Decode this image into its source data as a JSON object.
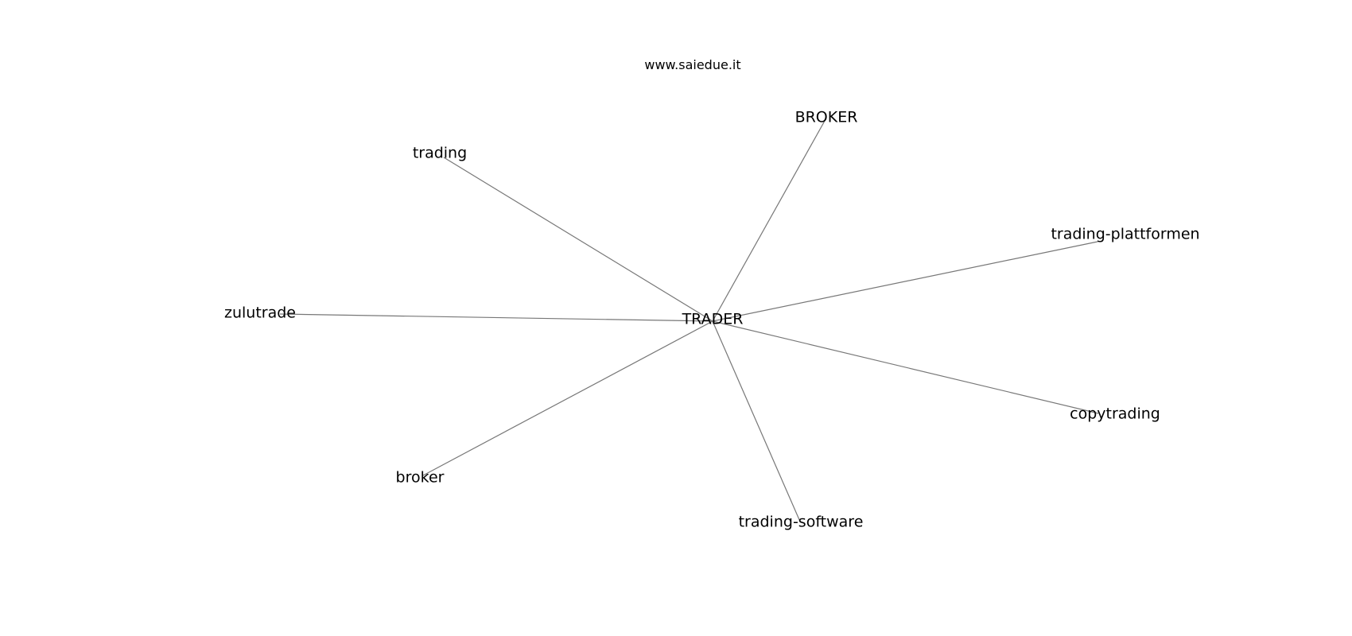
{
  "header": {
    "url_text": "www.saiedue.it"
  },
  "graph": {
    "center": "TRADER",
    "nodes": [
      "TRADER",
      "BROKER",
      "trading",
      "trading-plattformen",
      "zulutrade",
      "copytrading",
      "broker",
      "trading-software"
    ],
    "edges": [
      [
        "TRADER",
        "BROKER"
      ],
      [
        "TRADER",
        "trading"
      ],
      [
        "TRADER",
        "trading-plattformen"
      ],
      [
        "TRADER",
        "zulutrade"
      ],
      [
        "TRADER",
        "copytrading"
      ],
      [
        "TRADER",
        "broker"
      ],
      [
        "TRADER",
        "trading-software"
      ]
    ],
    "edge_color": "#777777",
    "label_color": "#000000"
  }
}
